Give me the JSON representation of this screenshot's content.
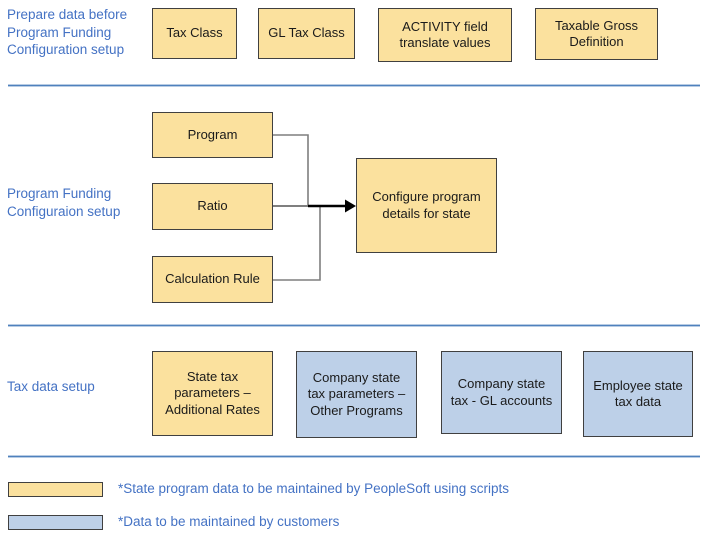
{
  "colors": {
    "yellow_fill": "#FBE19E",
    "blue_fill": "#BDD0E8",
    "box_border": "#404040",
    "label_blue": "#4472C4",
    "separator_blue": "#4f81bd",
    "connector_gray": "#7F7F7F",
    "arrow_black": "#000000"
  },
  "sections": {
    "prepare": {
      "label": "Prepare data before\nProgram Funding\nConfiguration setup",
      "boxes": {
        "tax_class": "Tax Class",
        "gl_tax_class": "GL Tax Class",
        "activity_field": "ACTIVITY field\ntranslate values",
        "taxable_gross": "Taxable Gross\nDefinition"
      }
    },
    "funding": {
      "label": "Program Funding\nConfiguraion setup",
      "boxes": {
        "program": "Program",
        "ratio": "Ratio",
        "calculation_rule": "Calculation Rule",
        "configure": "Configure program\ndetails for state"
      }
    },
    "tax_data": {
      "label": "Tax data setup",
      "boxes": {
        "state_tax_params": "State tax\nparameters –\nAdditional Rates",
        "company_other": "Company state\ntax parameters –\nOther Programs",
        "company_gl": "Company state\ntax - GL accounts",
        "employee": "Employee state\ntax data"
      }
    }
  },
  "legend": {
    "peoplesoft": "*State program data to be maintained by PeopleSoft using scripts",
    "customers": "*Data to be maintained by customers"
  }
}
